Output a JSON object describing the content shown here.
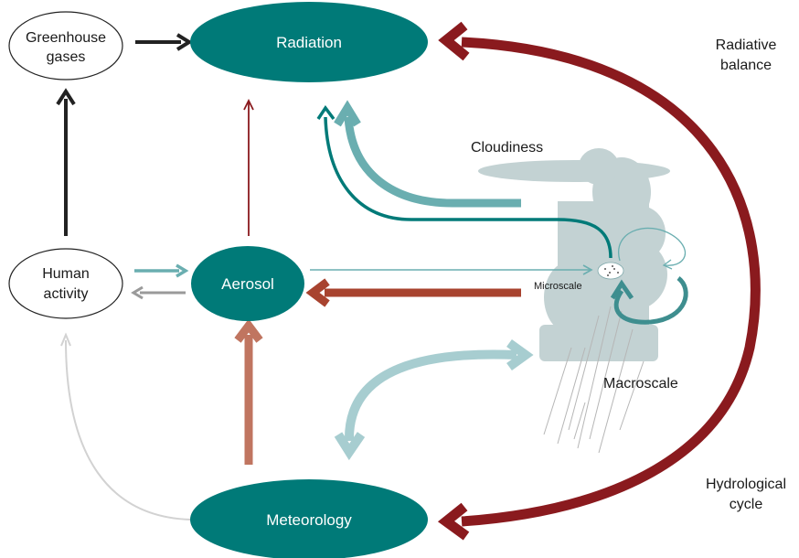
{
  "nodes": {
    "radiation": "Radiation",
    "aerosol": "Aerosol",
    "meteorology": "Meteorology",
    "greenhouse_line1": "Greenhouse",
    "greenhouse_line2": "gases",
    "human_line1": "Human",
    "human_line2": "activity"
  },
  "labels": {
    "cloudiness": "Cloudiness",
    "microscale": "Microscale",
    "macroscale": "Macroscale",
    "radiative_line1": "Radiative",
    "radiative_line2": "balance",
    "hydrological_line1": "Hydrological",
    "hydrological_line2": "cycle"
  },
  "colors": {
    "teal": "#007a78",
    "teal_light": "#6aaeb0",
    "teal_pale": "#a7cdd0",
    "dark_red": "#8a1a1e",
    "rust": "#a8432f",
    "salmon": "#c07560",
    "cloud": "#c3d2d3",
    "black": "#222222",
    "gray": "#9a9a9a",
    "light_gray": "#d2d2d2"
  }
}
